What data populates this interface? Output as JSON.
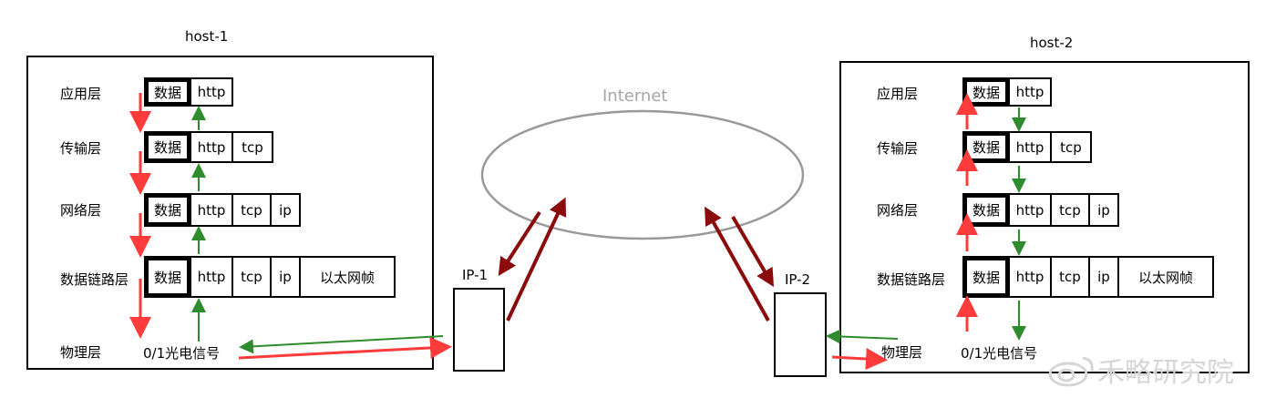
{
  "host1": {
    "title": "host-1",
    "layers": {
      "app": "应用层",
      "transport": "传输层",
      "network": "网络层",
      "link": "数据链路层",
      "physical": "物理层"
    },
    "packet": {
      "data": "数据",
      "http": "http",
      "tcp": "tcp",
      "ip": "ip",
      "eth": "以太网帧"
    },
    "signal": "0/1光电信号"
  },
  "host2": {
    "title": "host-2",
    "layers": {
      "app": "应用层",
      "transport": "传输层",
      "network": "网络层",
      "link": "数据链路层",
      "physical": "物理层"
    },
    "packet": {
      "data": "数据",
      "http": "http",
      "tcp": "tcp",
      "ip": "ip",
      "eth": "以太网帧"
    },
    "signal": "0/1光电信号"
  },
  "internet": {
    "label": "Internet"
  },
  "ip1": {
    "label": "IP-1"
  },
  "ip2": {
    "label": "IP-2"
  },
  "watermark": {
    "text": "禾略研究院"
  },
  "colors": {
    "red_arrow": "#ff3b3b",
    "green_arrow": "#2e8b2e",
    "dark_red_arrow": "#8b0a0a",
    "ellipse": "#999999"
  }
}
